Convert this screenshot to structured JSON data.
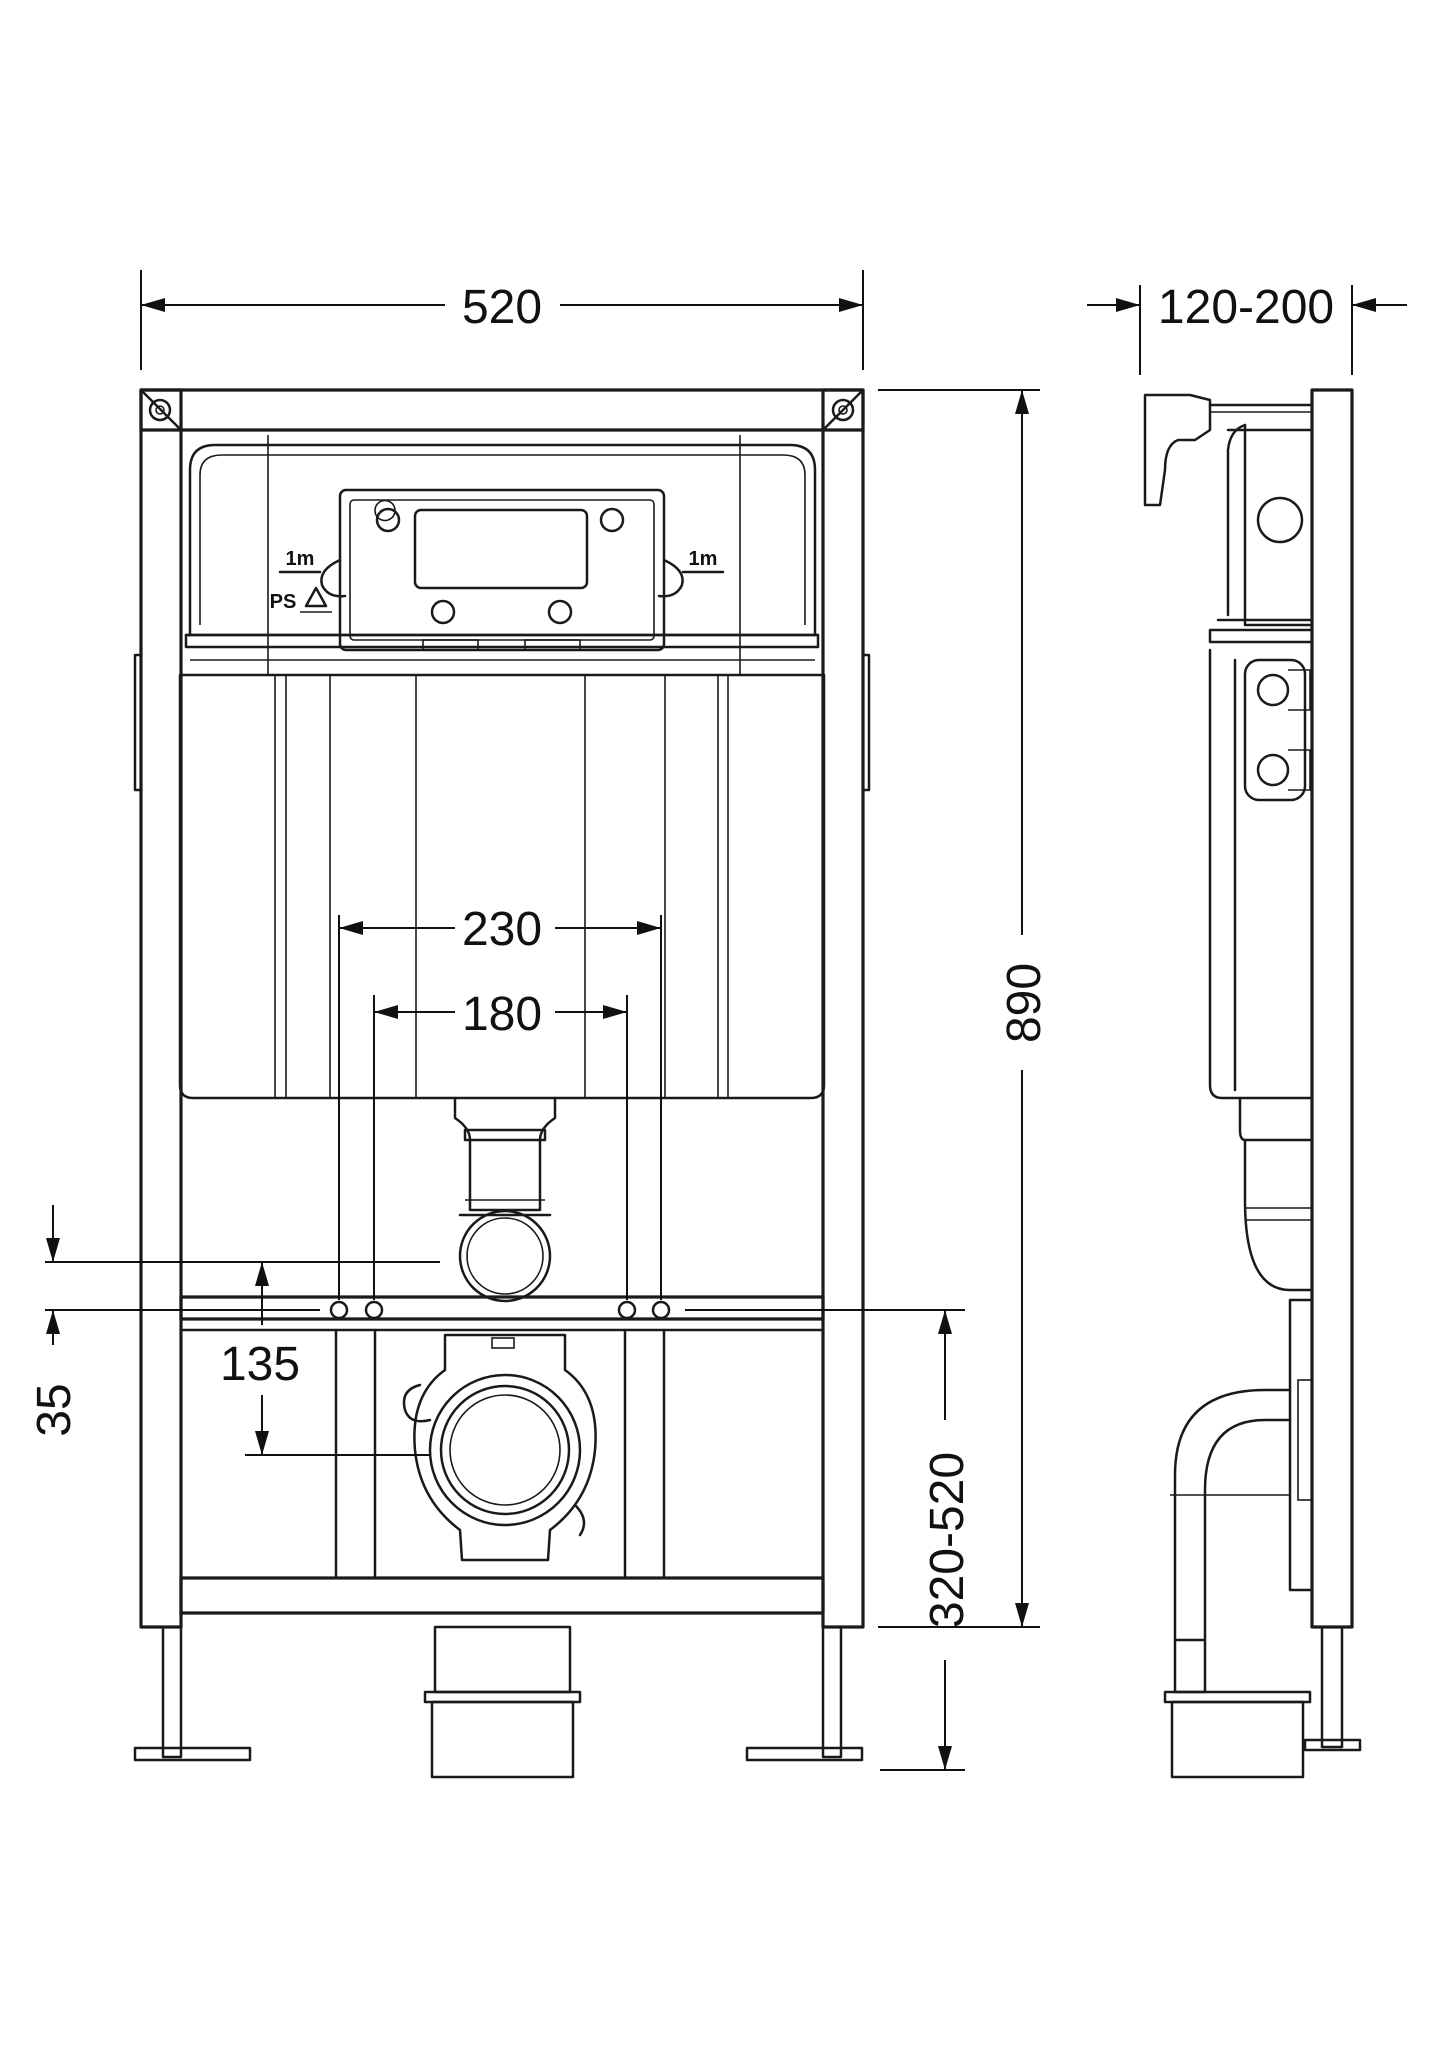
{
  "dimensions": {
    "overall_width": "520",
    "depth": "120-200",
    "overall_height": "890",
    "bolt_spacing_outer": "230",
    "bolt_spacing_inner": "180",
    "outlet_height_offset": "135",
    "rail_offset": "35",
    "outlet_floor_height": "320-520"
  },
  "cistern_labels": {
    "left_capacity": "1m",
    "right_capacity": "1m",
    "material_mark": "PS"
  },
  "icons": {
    "recycle": "recycle-icon",
    "screw": "screw-icon"
  },
  "colors": {
    "line": "#1a1a1a",
    "background": "#ffffff"
  }
}
